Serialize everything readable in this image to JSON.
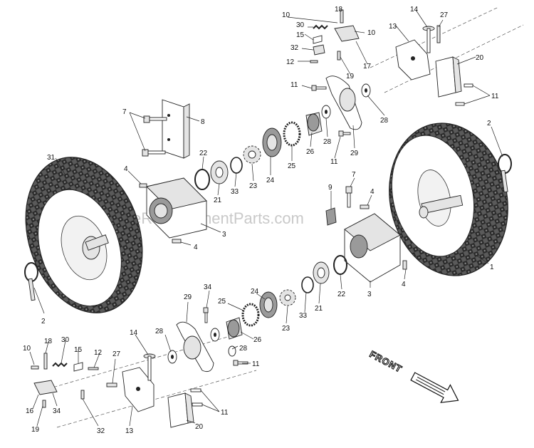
{
  "diagram": {
    "watermark": "eReplacementParts.com",
    "front_label": "FRONT",
    "callouts": {
      "c1": "1",
      "c2a": "2",
      "c2b": "2",
      "c3a": "3",
      "c3b": "3",
      "c4a": "4",
      "c4b": "4",
      "c4c": "4",
      "c4d": "4",
      "c7a": "7",
      "c7b": "7",
      "c8": "8",
      "c9": "9",
      "c10a": "10",
      "c10b": "10",
      "c10c": "10",
      "c11a": "11",
      "c11b": "11",
      "c11c": "11",
      "c11d": "11",
      "c11e": "11",
      "c12a": "12",
      "c12b": "12",
      "c13a": "13",
      "c13b": "13",
      "c14a": "14",
      "c14b": "14",
      "c15a": "15",
      "c15b": "15",
      "c16": "16",
      "c17": "17",
      "c18a": "18",
      "c18b": "18",
      "c19a": "19",
      "c19b": "19",
      "c20a": "20",
      "c20b": "20",
      "c21a": "21",
      "c21b": "21",
      "c22a": "22",
      "c22b": "22",
      "c23a": "23",
      "c23b": "23",
      "c24a": "24",
      "c24b": "24",
      "c25a": "25",
      "c25b": "25",
      "c26a": "26",
      "c26b": "26",
      "c27a": "27",
      "c27b": "27",
      "c28a": "28",
      "c28b": "28",
      "c28c": "28",
      "c28d": "28",
      "c29a": "29",
      "c29b": "29",
      "c30a": "30",
      "c30b": "30",
      "c31": "31",
      "c32a": "32",
      "c32b": "32",
      "c33a": "33",
      "c33b": "33",
      "c34a": "34",
      "c34b": "34"
    }
  }
}
